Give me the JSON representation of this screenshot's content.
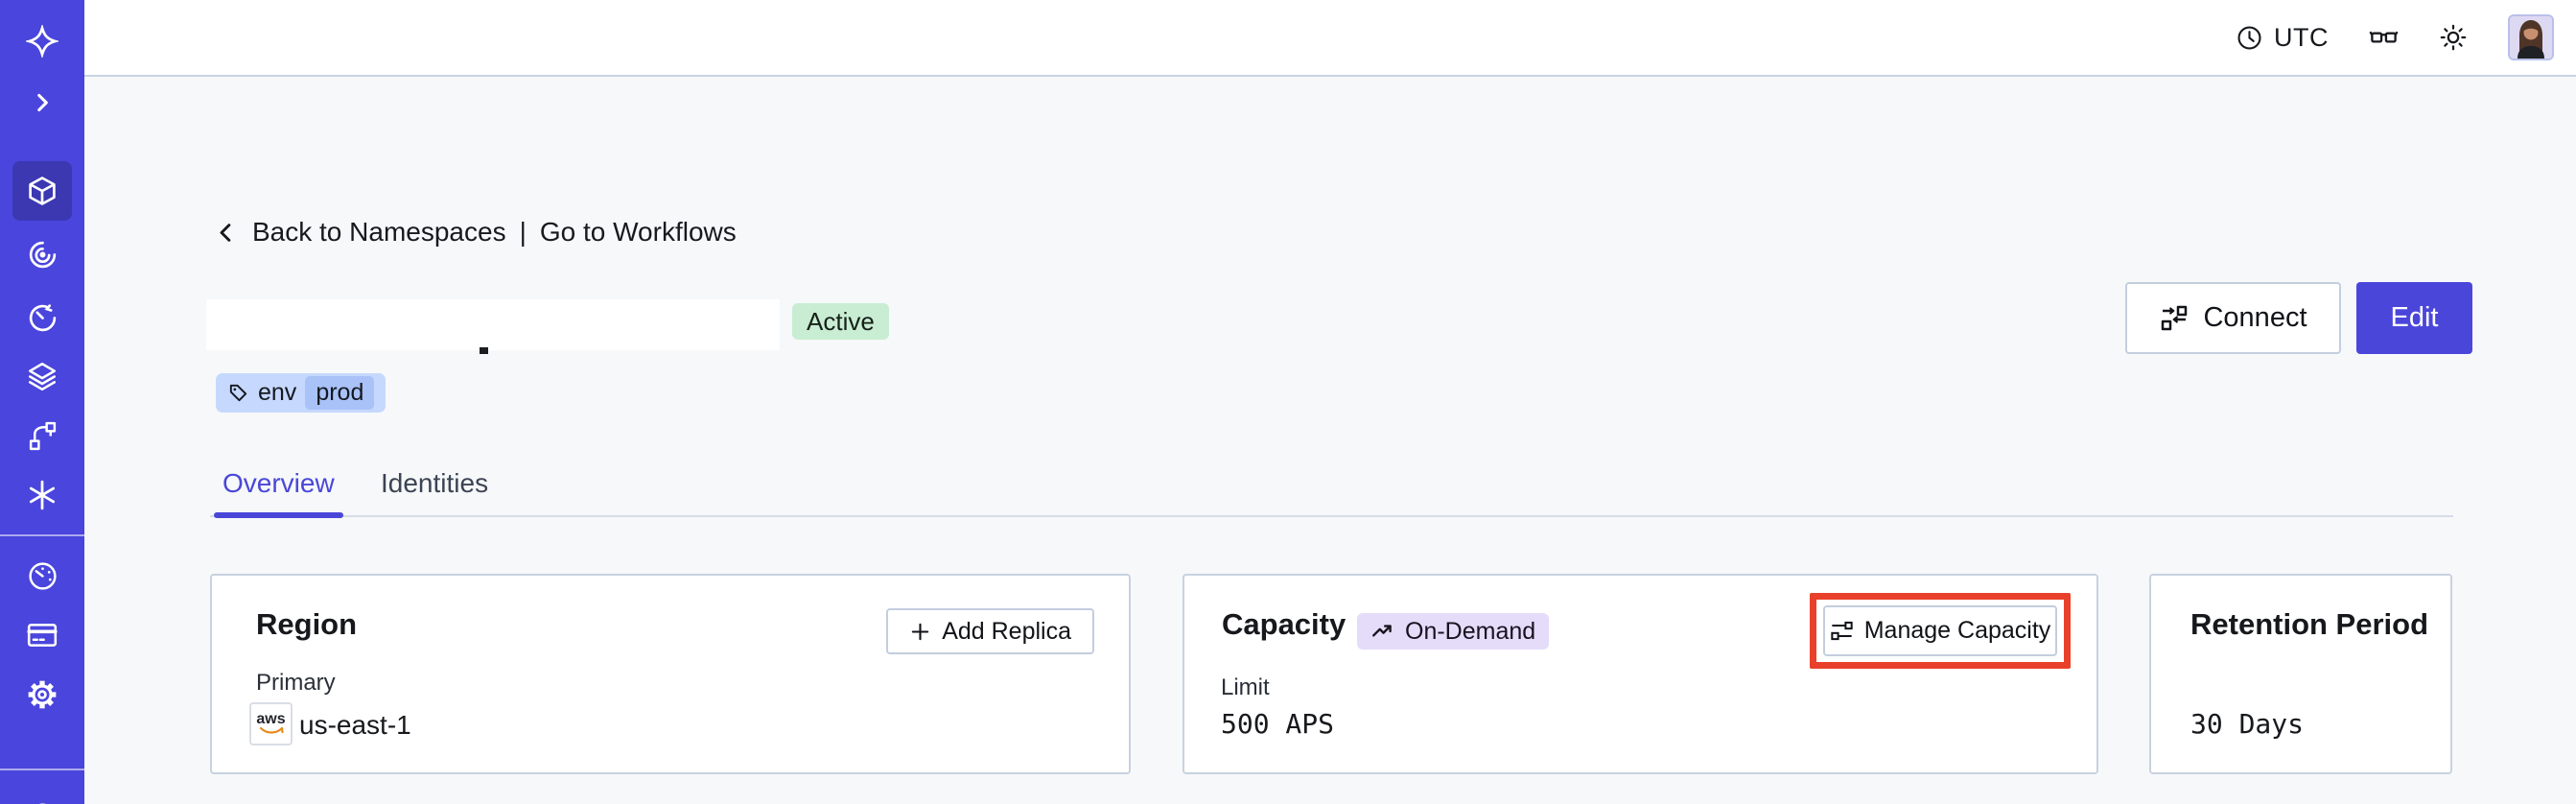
{
  "topbar": {
    "timezone": "UTC"
  },
  "breadcrumb": {
    "back": "Back to Namespaces",
    "separator": "|",
    "workflows": "Go to Workflows"
  },
  "namespace": {
    "name_redacted": true,
    "status": "Active",
    "tag": {
      "key": "env",
      "value": "prod"
    }
  },
  "actions": {
    "connect": "Connect",
    "edit": "Edit"
  },
  "tabs": [
    {
      "label": "Overview",
      "active": true
    },
    {
      "label": "Identities",
      "active": false
    }
  ],
  "cards": {
    "region": {
      "title": "Region",
      "add_replica_label": "Add Replica",
      "primary_label": "Primary",
      "provider": "aws",
      "value": "us-east-1"
    },
    "capacity": {
      "title": "Capacity",
      "badge": "On-Demand",
      "manage_label": "Manage Capacity",
      "limit_label": "Limit",
      "value": "500 APS",
      "highlighted": true
    },
    "retention": {
      "title": "Retention Period",
      "value": "30 Days"
    }
  },
  "colors": {
    "sidebar": "#4a45dc",
    "sidebar_active": "#3b38b2",
    "accent_indigo": "#4b46da",
    "status_green_bg": "#c9edd2",
    "tag_blue_bg": "#c6d8fd",
    "tag_blue_inner": "#a9c2f8",
    "ondemand_purple_bg": "#e5dcfa",
    "annotation_red": "#e8402a",
    "page_bg": "#f6f8fa",
    "card_border": "#c8d2e0"
  }
}
